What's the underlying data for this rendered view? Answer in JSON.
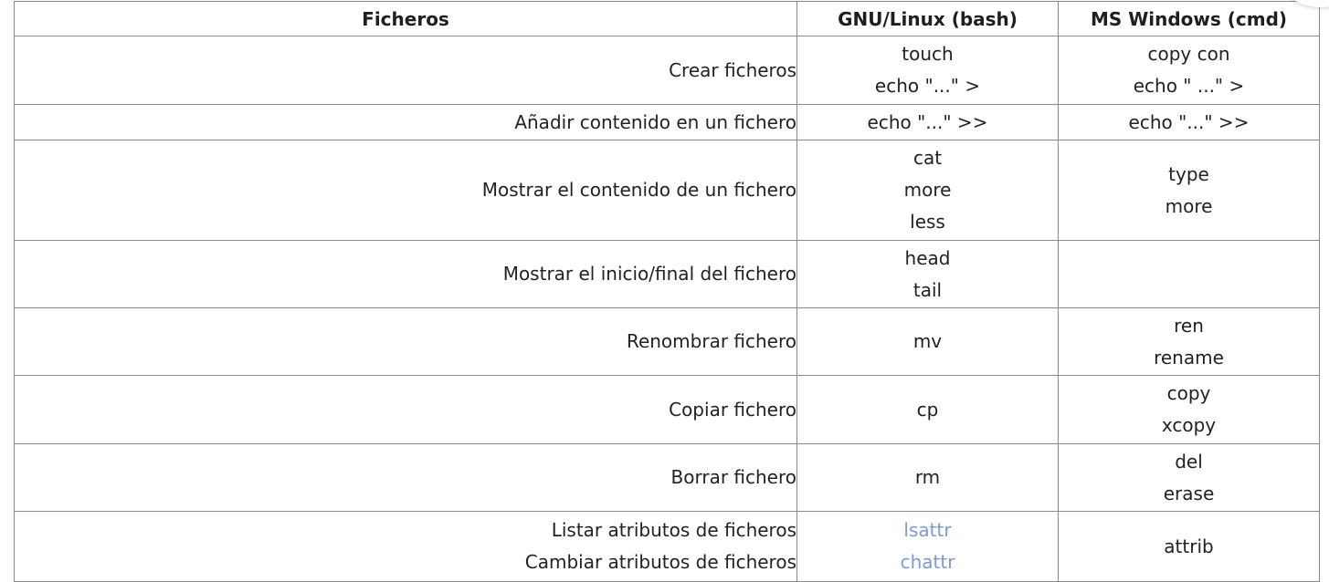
{
  "table": {
    "headers": [
      "Ficheros",
      "GNU/Linux (bash)",
      "MS Windows (cmd)"
    ],
    "rows": [
      {
        "operation": [
          "Crear ficheros"
        ],
        "linux": [
          "touch",
          "echo \"...\" >"
        ],
        "windows": [
          "copy con",
          "echo \" ...\" >"
        ]
      },
      {
        "operation": [
          "Añadir contenido en un fichero"
        ],
        "linux": [
          "echo \"...\" >>"
        ],
        "windows": [
          "echo \"...\" >>"
        ]
      },
      {
        "operation": [
          "Mostrar el contenido de un fichero"
        ],
        "linux": [
          "cat",
          "more",
          "less"
        ],
        "windows": [
          "type",
          "more"
        ]
      },
      {
        "operation": [
          "Mostrar el inicio/final del fichero"
        ],
        "linux": [
          "head",
          "tail"
        ],
        "windows": []
      },
      {
        "operation": [
          "Renombrar fichero"
        ],
        "linux": [
          "mv"
        ],
        "windows": [
          "ren",
          "rename"
        ]
      },
      {
        "operation": [
          "Copiar fichero"
        ],
        "linux": [
          "cp"
        ],
        "windows": [
          "copy",
          "xcopy"
        ]
      },
      {
        "operation": [
          "Borrar fichero"
        ],
        "linux": [
          "rm"
        ],
        "windows": [
          "del",
          "erase"
        ]
      },
      {
        "operation": [
          "Listar atributos de ficheros",
          "Cambiar atributos de ficheros"
        ],
        "linux": [
          "lsattr",
          "chattr"
        ],
        "windows": [
          "attrib"
        ]
      }
    ]
  },
  "colors": {
    "link": "#7b9bd4",
    "border": "#8a8a8a",
    "text": "#222222"
  }
}
